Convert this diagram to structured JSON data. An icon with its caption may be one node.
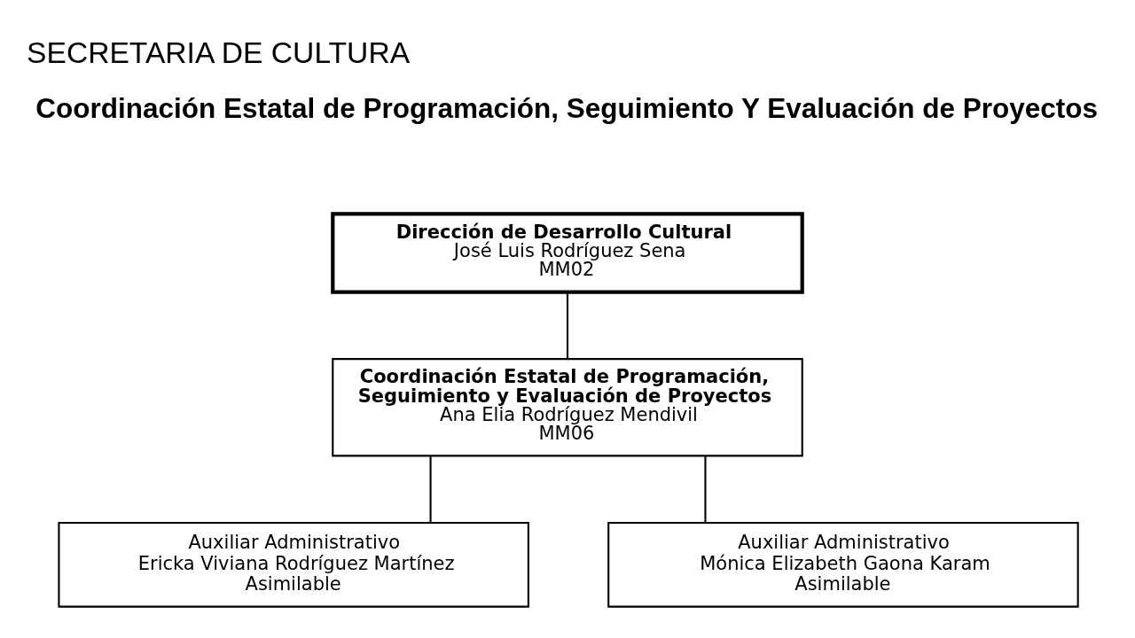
{
  "diagram": {
    "title": "SECRETARIA DE CULTURA",
    "nodes": [
      {
        "text": [
          "Dirección de Desarrollo Cultural",
          "José Luis Rodríguez Sena",
          "MM02"
        ]
      },
      {
        "text": [
          "Coordinación Estatal de Programación, Seguimiento y Evaluación de Proyectos",
          "Ana Elia Rodríguez Mendivil",
          "MM06"
        ]
      },
      {
        "text": [
          "Auxiliar Administrativo",
          "Ericka Viviana Rodríguez Martínez",
          "Asimilable"
        ]
      },
      {
        "text": [
          "Auxiliar Administrativo",
          "Mónica Elizabeth Gaona Karam",
          "Asimilable"
        ]
      }
    ],
    "edges": [
      {
        "from": 0,
        "to": 1,
        "arrow": "none"
      },
      {
        "from": 1,
        "to": 2,
        "arrow": "none"
      },
      {
        "from": 1,
        "to": 3,
        "arrow": "none"
      }
    ],
    "labels": [
      "Coordinación Estatal de Programación, Seguimiento Y Evaluación de Proyectos"
    ]
  }
}
